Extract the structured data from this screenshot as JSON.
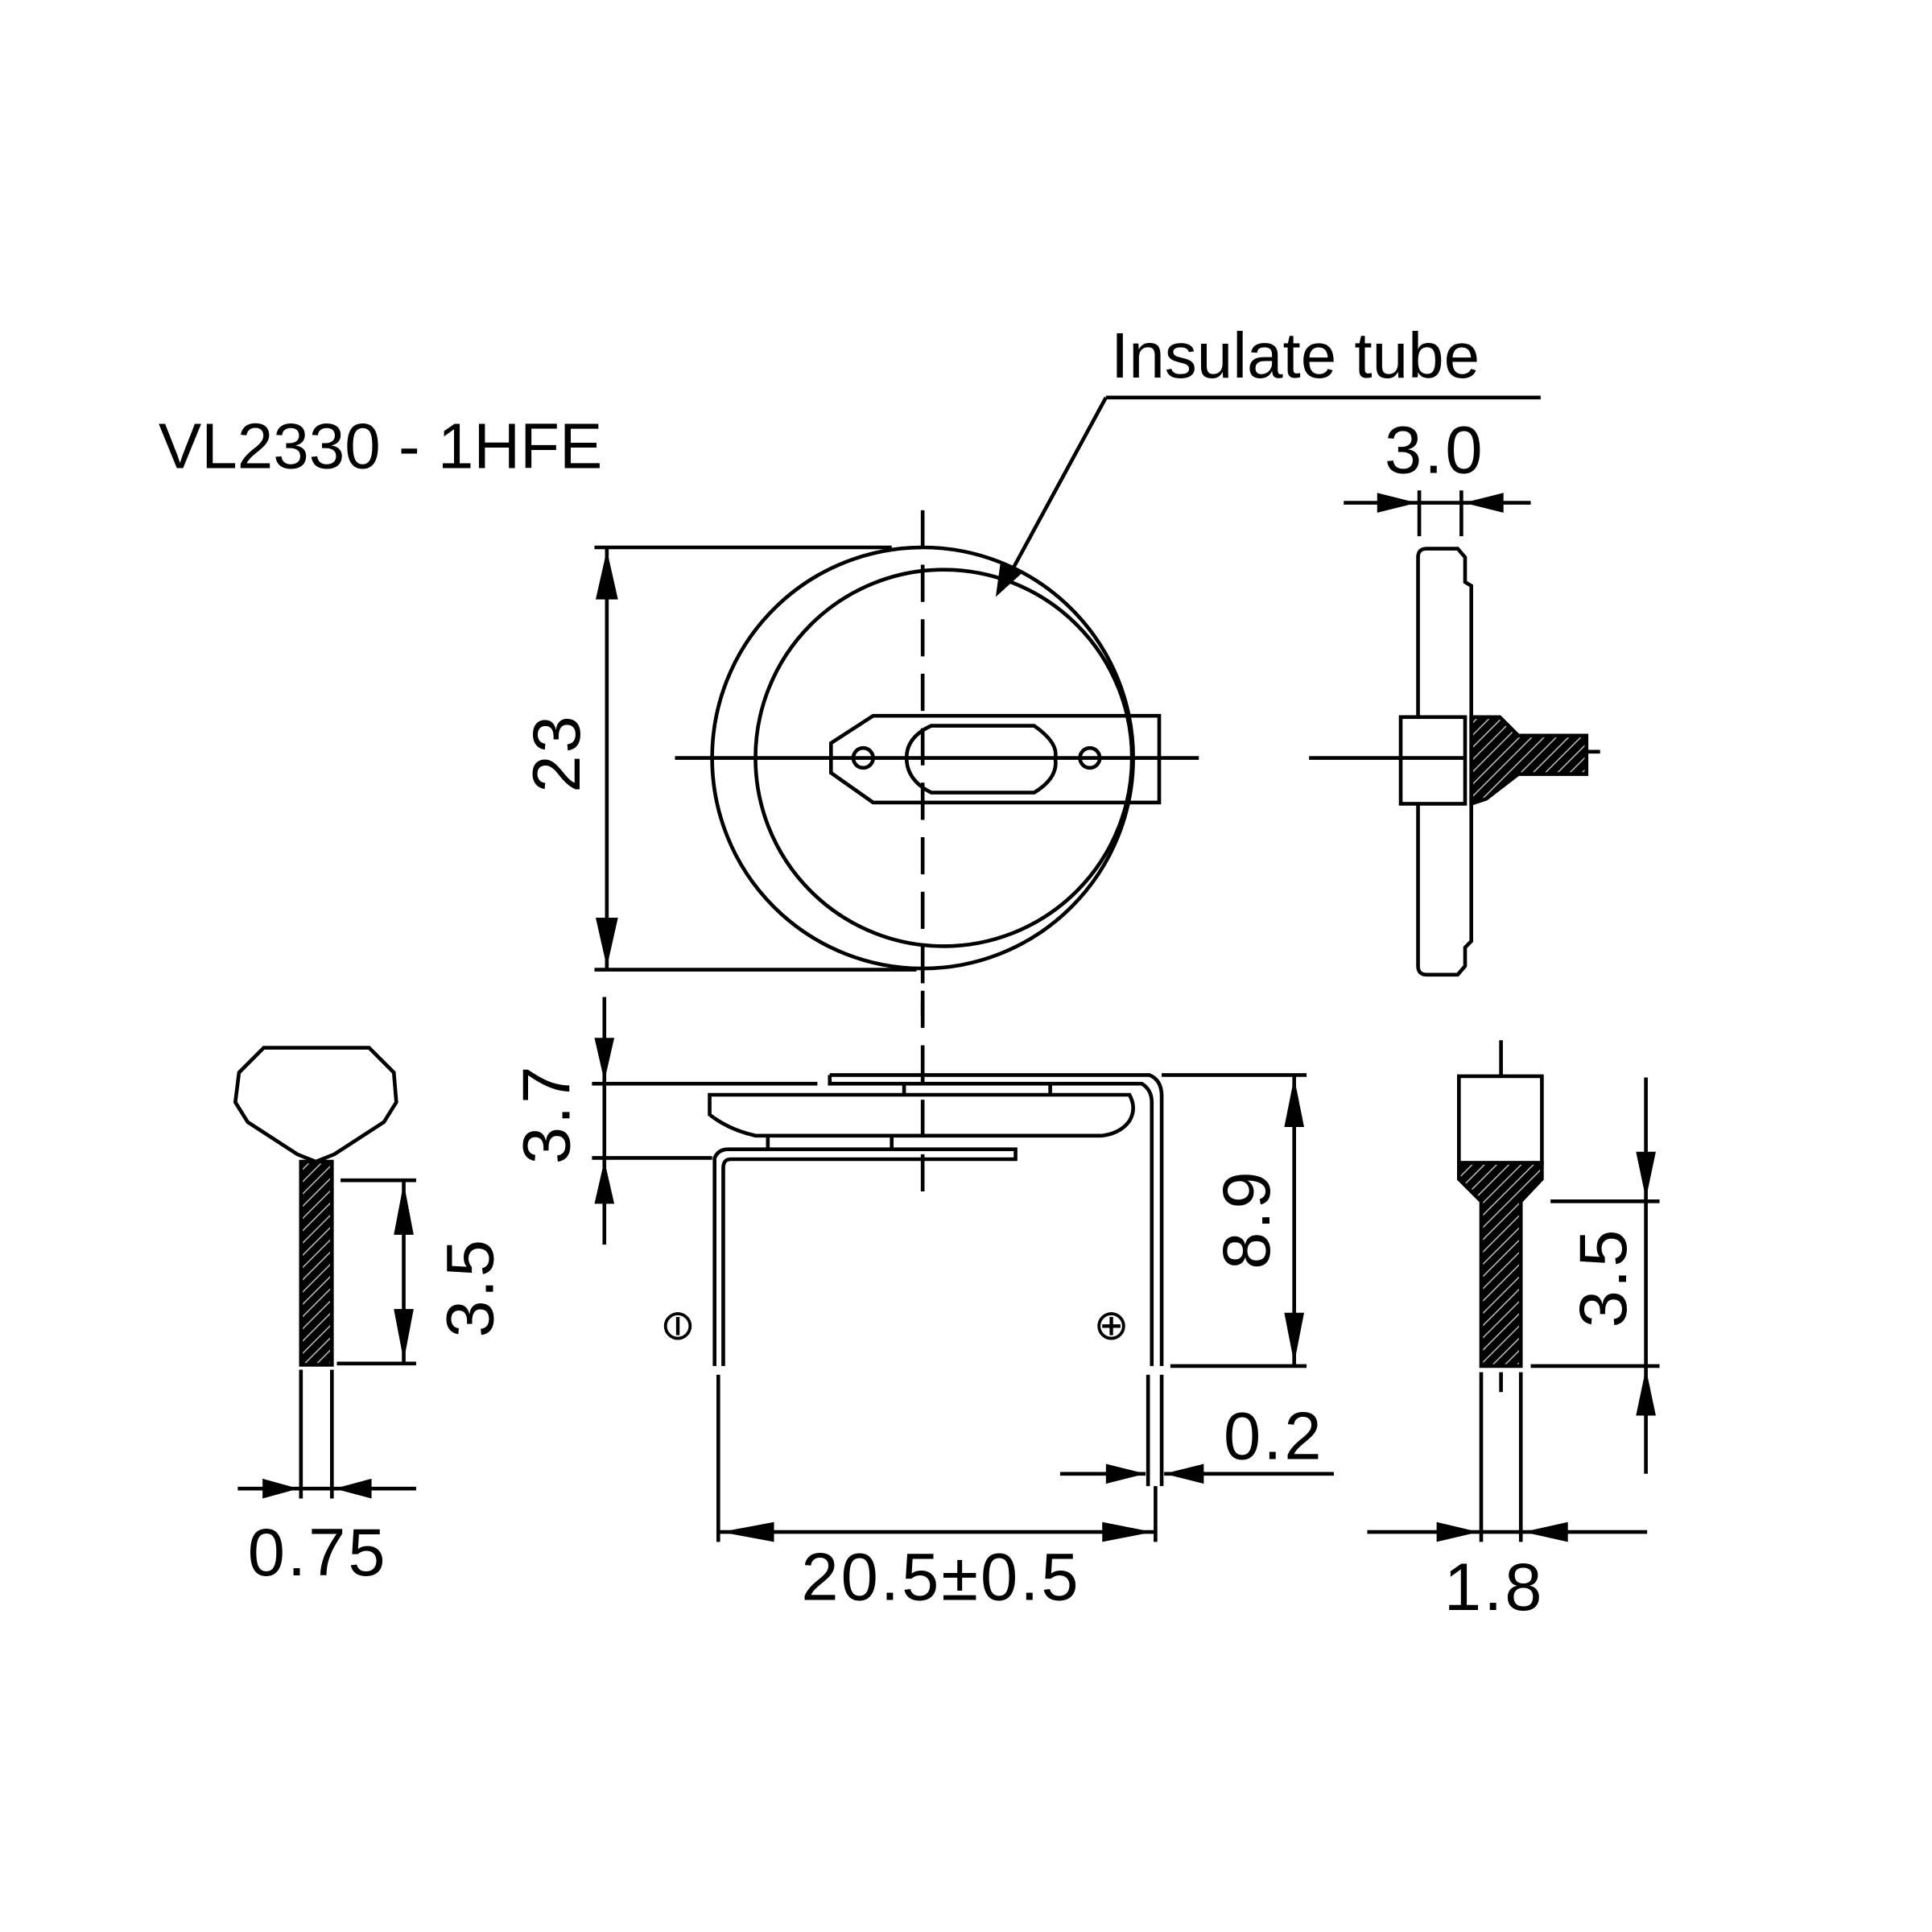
{
  "drawing": {
    "part_number": "VL2330 - 1HFE",
    "callout_label": "Insulate tube",
    "dimensions": {
      "diameter": "23",
      "thickness_side": "3.0",
      "height_body": "3.7",
      "pin_height": "8.9",
      "pin_thickness": "0.2",
      "pin_pitch": "20.5±0.5",
      "left_detail_height": "3.5",
      "left_detail_width": "0.75",
      "right_detail_height": "3.5",
      "right_detail_width": "1.8"
    },
    "polarity": {
      "negative": "⊖",
      "positive": "⊕"
    },
    "views": [
      {
        "name": "front-view"
      },
      {
        "name": "side-view"
      },
      {
        "name": "bottom-elevation-view"
      },
      {
        "name": "pin-detail-left"
      },
      {
        "name": "pin-detail-right"
      }
    ]
  }
}
